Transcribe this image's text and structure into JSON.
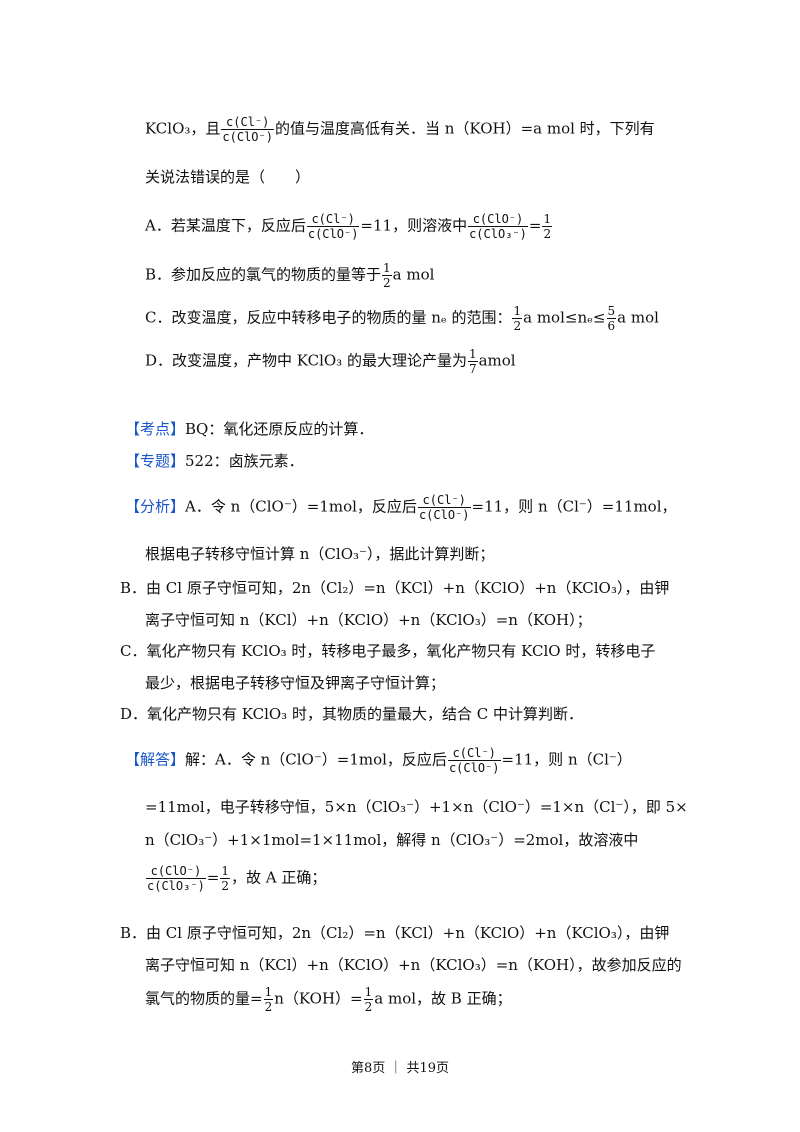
{
  "lines": {
    "l1_a": "KClO₃，且",
    "l1_frac_n": "c(Cl⁻)",
    "l1_frac_d": "c(ClO⁻)",
    "l1_b": "的值与温度高低有关．当 n（KOH）=a mol 时，下列有",
    "l2": "关说法错误的是（　　）",
    "optA_a": "A．若某温度下，反应后",
    "optA_f1n": "c(Cl⁻)",
    "optA_f1d": "c(ClO⁻)",
    "optA_b": "=11，则溶液中",
    "optA_f2n": "c(ClO⁻)",
    "optA_f2d": "c(ClO₃⁻)",
    "optA_c": "=",
    "optA_f3n": "1",
    "optA_f3d": "2",
    "optB_a": "B．参加反应的氯气的物质的量等于",
    "optB_fn": "1",
    "optB_fd": "2",
    "optB_b": "a mol",
    "optC_a": "C．改变温度，反应中转移电子的物质的量 nₑ 的范围：",
    "optC_f1n": "1",
    "optC_f1d": "2",
    "optC_b": "a mol≤nₑ≤",
    "optC_f2n": "5",
    "optC_f2d": "6",
    "optC_c": "a mol",
    "optD_a": "D．改变温度，产物中 KClO₃ 的最大理论产量为",
    "optD_fn": "1",
    "optD_fd": "7",
    "optD_b": "amol",
    "kd_tag": "【考点】",
    "kd_text": "BQ：氧化还原反应的计算．",
    "zt_tag": "【专题】",
    "zt_text": "522：卤族元素．",
    "fx_tag": "【分析】",
    "fx_a": "A．令 n（ClO⁻）=1mol，反应后",
    "fx_fn": "c(Cl⁻)",
    "fx_fd": "c(ClO⁻)",
    "fx_b": "=11，则 n（Cl⁻）=11mol，",
    "fx_2": "根据电子转移守恒计算 n（ClO₃⁻），据此计算判断；",
    "fx_3": "B．由 Cl 原子守恒可知，2n（Cl₂）=n（KCl）+n（KClO）+n（KClO₃），由钾",
    "fx_4": "离子守恒可知 n（KCl）+n（KClO）+n（KClO₃）=n（KOH）；",
    "fx_5": "C．氧化产物只有 KClO₃ 时，转移电子最多，氧化产物只有 KClO 时，转移电子",
    "fx_6": "最少，根据电子转移守恒及钾离子守恒计算；",
    "fx_7": "D．氧化产物只有 KClO₃ 时，其物质的量最大，结合 C 中计算判断．",
    "jd_tag": "【解答】",
    "jd_a": "解：A．令 n（ClO⁻）=1mol，反应后",
    "jd_fn": "c(Cl⁻)",
    "jd_fd": "c(ClO⁻)",
    "jd_b": "=11，则 n（Cl⁻）",
    "jd_2": "=11mol，电子转移守恒，5×n（ClO₃⁻）+1×n（ClO⁻）=1×n（Cl⁻），即 5×",
    "jd_3": "n（ClO₃⁻）+1×1mol=1×11mol，解得 n（ClO₃⁻）=2mol，故溶液中",
    "jd_4_f1n": "c(ClO⁻)",
    "jd_4_f1d": "c(ClO₃⁻)",
    "jd_4_a": "=",
    "jd_4_f2n": "1",
    "jd_4_f2d": "2",
    "jd_4_b": "，故 A 正确；",
    "jd_5": "B．由 Cl 原子守恒可知，2n（Cl₂）=n（KCl）+n（KClO）+n（KClO₃），由钾",
    "jd_6": "离子守恒可知 n（KCl）+n（KClO）+n（KClO₃）=n（KOH），故参加反应的",
    "jd_7_a": "氯气的物质的量=",
    "jd_7_f1n": "1",
    "jd_7_f1d": "2",
    "jd_7_b": "n（KOH）=",
    "jd_7_f2n": "1",
    "jd_7_f2d": "2",
    "jd_7_c": "a mol，故 B 正确；"
  },
  "footer": "第8页 ｜ 共19页",
  "colors": {
    "tag": "#1a56c9",
    "text": "#111111"
  }
}
